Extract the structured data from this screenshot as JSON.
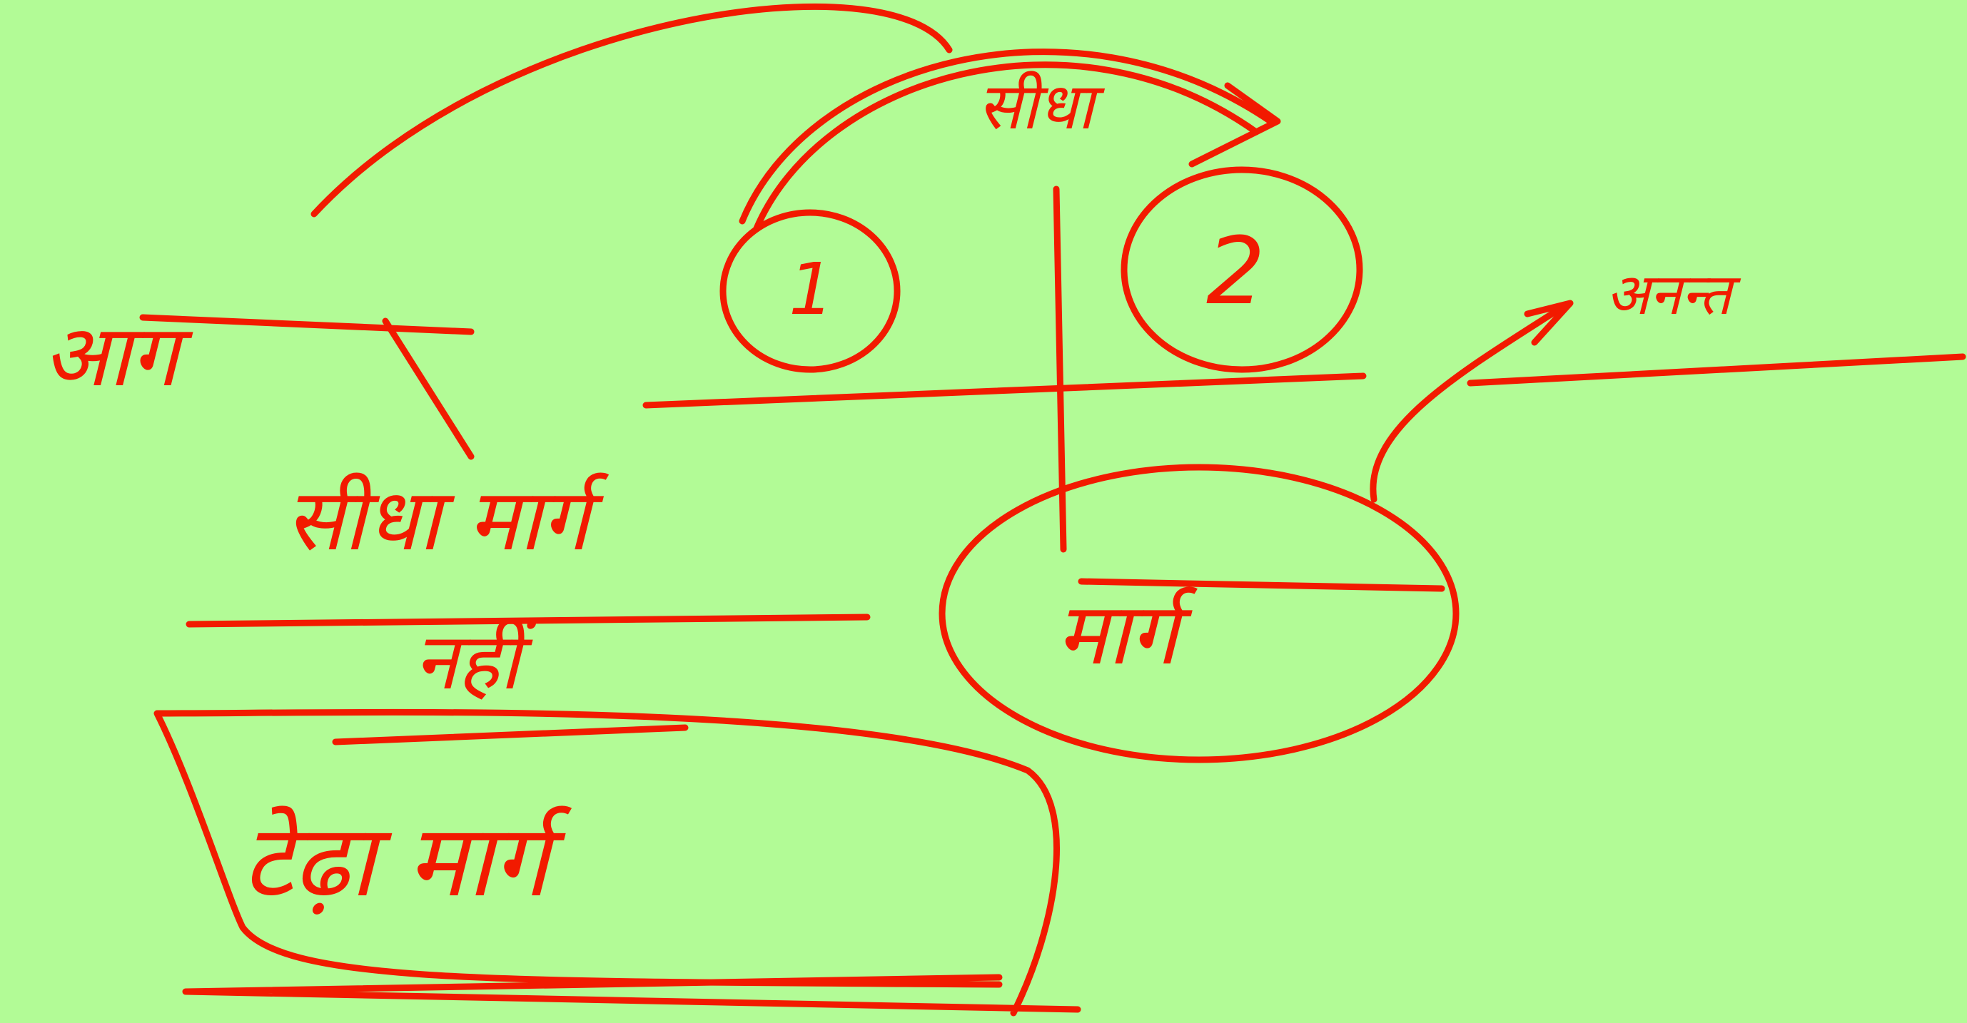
{
  "canvas": {
    "background_color": "#b2fb96",
    "ink_color": "#f21a00"
  },
  "top_label": "सीधा",
  "circle_left_number": "1",
  "circle_right_number": "2",
  "right_arrow_label": "अनन्त",
  "left_word_top": "आग",
  "left_line_text": "सीधा मार्ग",
  "left_word_no": "नहीं",
  "boxed_text": "टेढ़ा मार्ग",
  "oval_text": "मार्ग"
}
